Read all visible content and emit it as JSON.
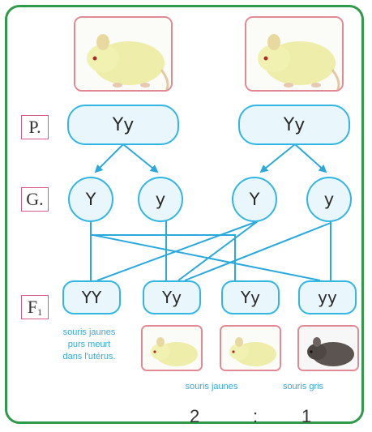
{
  "generations": {
    "parents": {
      "label": "P.",
      "genotypes": [
        "Yy",
        "Yy"
      ]
    },
    "gametes": {
      "label": "G.",
      "alleles": [
        "Y",
        "y",
        "Y",
        "y"
      ]
    },
    "offspring": {
      "label": "F",
      "subscript": "1",
      "genotypes": [
        "YY",
        "Yy",
        "Yy",
        "yy"
      ]
    }
  },
  "captions": {
    "lethal": [
      "souris jaunes",
      "purs meurt",
      "dans l'utérus."
    ],
    "yellow": "souris jaunes",
    "grey": "souris gris"
  },
  "ratio": {
    "left": "2",
    "separator": ":",
    "right": "1"
  },
  "colors": {
    "frame": "#2e9a4a",
    "box_border": "#32b6e3",
    "box_fill": "#e9f6fc",
    "arrow": "#2aa9dd",
    "label_border": "#d85a86",
    "photo_border": "#e28a94",
    "caption": "#38a9d8"
  }
}
